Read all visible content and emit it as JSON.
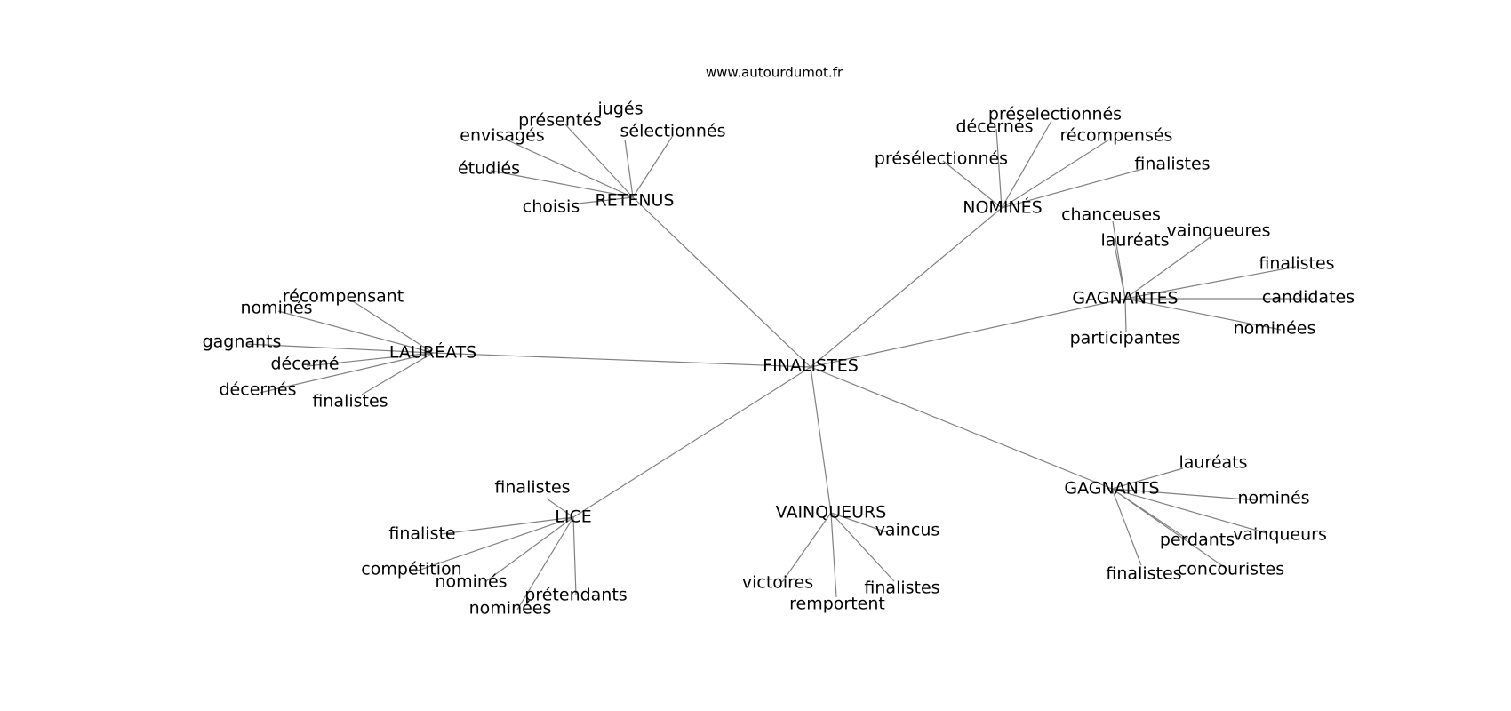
{
  "site_label": "www.autourdumot.fr",
  "colors": {
    "edge": "#808080",
    "text": "#000000",
    "background": "#ffffff"
  },
  "graph": {
    "center": "FINALISTES",
    "hubs": [
      {
        "id": "retenus",
        "label": "RETENUS",
        "leaves": [
          "jugés",
          "présentés",
          "sélectionnés",
          "envisagés",
          "étudiés",
          "choisis"
        ]
      },
      {
        "id": "nomines",
        "label": "NOMINÉS",
        "leaves": [
          "préselectionnés",
          "décernés",
          "récompensés",
          "présélectionnés",
          "finalistes"
        ]
      },
      {
        "id": "gagnantes",
        "label": "GAGNANTES",
        "leaves": [
          "chanceuses",
          "vainqueures",
          "lauréats",
          "finalistes",
          "candidates",
          "nominées",
          "participantes"
        ]
      },
      {
        "id": "laureats",
        "label": "LAURÉATS",
        "leaves": [
          "récompensant",
          "nominés",
          "gagnants",
          "décerné",
          "décernés",
          "finalistes"
        ]
      },
      {
        "id": "lice",
        "label": "LICE",
        "leaves": [
          "finalistes",
          "finaliste",
          "compétition",
          "nominés",
          "prétendants",
          "nominées"
        ]
      },
      {
        "id": "vainqueurs",
        "label": "VAINQUEURS",
        "leaves": [
          "vaincus",
          "victoires",
          "finalistes",
          "remportent"
        ]
      },
      {
        "id": "gagnants",
        "label": "GAGNANTS",
        "leaves": [
          "lauréats",
          "nominés",
          "vainqueurs",
          "perdants",
          "concouristes",
          "finalistes"
        ]
      }
    ]
  }
}
